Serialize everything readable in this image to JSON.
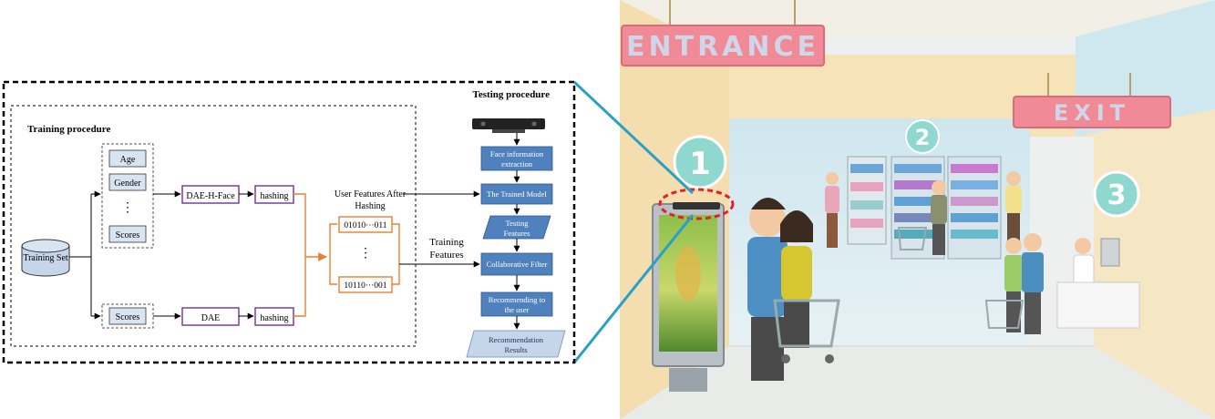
{
  "diagram": {
    "testing_title": "Testing procedure",
    "training_title": "Training procedure",
    "training_set": "Training Set",
    "attributes": [
      "Age",
      "Gender",
      "Scores"
    ],
    "attributes_ellipsis": "⋮",
    "scores_bottom": "Scores",
    "dae_h_face": "DAE-H-Face",
    "dae": "DAE",
    "hashing": "hashing",
    "user_features_label": [
      "User Features After",
      "Hashing"
    ],
    "code_1": "01010···011",
    "code_2": "10110···001",
    "codes_ellipsis": "⋮",
    "training_features_label": [
      "Training",
      "Features"
    ],
    "pipeline": {
      "face_info": [
        "Face information",
        "extraction"
      ],
      "trained_model": "The Trained Model",
      "testing_features": [
        "Testing",
        "Features"
      ],
      "collaborative_filter": "Collaborative Filter",
      "recommending": [
        "Recommending to",
        "the user"
      ],
      "results": [
        "Recommendation",
        "Results"
      ]
    }
  },
  "illustration": {
    "entrance_sign": "ENTRANCE",
    "exit_sign": "EXIT",
    "badge_1": "1",
    "badge_2": "2",
    "badge_3": "3"
  },
  "colors": {
    "pipeline_blue": "#4f81bd",
    "purple_box": "#7030a0",
    "orange": "#ed7d31",
    "cylinder": "#c5d5ea",
    "callout_line": "#2aa0c8",
    "sign_pink": "#f08a97",
    "badge_teal": "#8fd8cf"
  }
}
